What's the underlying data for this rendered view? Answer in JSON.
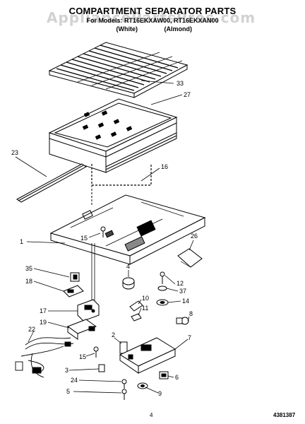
{
  "header": {
    "title": "COMPARTMENT SEPARATOR PARTS",
    "models": "For Models: RT16EKXAW00, RT16EKXAN00",
    "colors": [
      "(White)",
      "(Almond)"
    ],
    "watermark": "AppliancePartsPros.com"
  },
  "footer": {
    "page_number": "4",
    "document_code": "4381387"
  },
  "callouts": [
    {
      "id": "1",
      "label": "1"
    },
    {
      "id": "2",
      "label": "2"
    },
    {
      "id": "3",
      "label": "3"
    },
    {
      "id": "4",
      "label": "4"
    },
    {
      "id": "5",
      "label": "5"
    },
    {
      "id": "6",
      "label": "6"
    },
    {
      "id": "7",
      "label": "7"
    },
    {
      "id": "8",
      "label": "8"
    },
    {
      "id": "9",
      "label": "9"
    },
    {
      "id": "10",
      "label": "10"
    },
    {
      "id": "11",
      "label": "11"
    },
    {
      "id": "12",
      "label": "12"
    },
    {
      "id": "14",
      "label": "14"
    },
    {
      "id": "15a",
      "label": "15"
    },
    {
      "id": "15b",
      "label": "15"
    },
    {
      "id": "16",
      "label": "16"
    },
    {
      "id": "17",
      "label": "17"
    },
    {
      "id": "18",
      "label": "18"
    },
    {
      "id": "19",
      "label": "19"
    },
    {
      "id": "22",
      "label": "22"
    },
    {
      "id": "23",
      "label": "23"
    },
    {
      "id": "24",
      "label": "24"
    },
    {
      "id": "26",
      "label": "26"
    },
    {
      "id": "27",
      "label": "27"
    },
    {
      "id": "33",
      "label": "33"
    },
    {
      "id": "35",
      "label": "35"
    },
    {
      "id": "37",
      "label": "37"
    }
  ]
}
